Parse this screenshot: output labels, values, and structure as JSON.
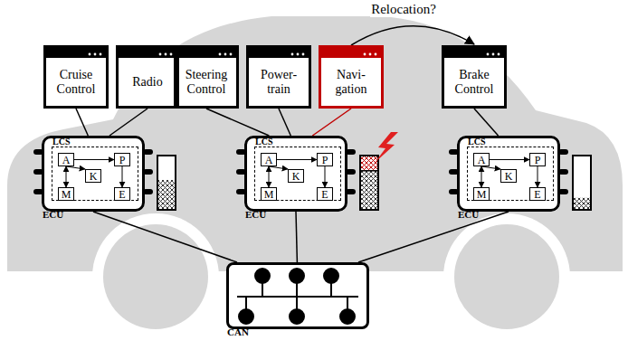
{
  "diagram": {
    "nodes": [
      {
        "text": [
          "Cruise Control"
        ]
      },
      {
        "text": [
          "Radio"
        ]
      },
      {
        "text": [
          "Steering Control"
        ]
      },
      {
        "text": [
          "Power-train"
        ]
      },
      {
        "text": [
          "Navi-gation"
        ]
      },
      {
        "text": [
          "Brake Control"
        ]
      },
      {
        "text": [
          "ECU"
        ]
      },
      {
        "text": [
          "LCS"
        ],
        "in": 6
      },
      {
        "text": [
          "A"
        ],
        "in": 7
      },
      {
        "text": [
          "P"
        ],
        "in": 7
      },
      {
        "text": [
          "K"
        ],
        "in": 7
      },
      {
        "text": [
          "M"
        ],
        "in": 7
      },
      {
        "text": [
          "E"
        ],
        "in": 7
      },
      {
        "text": [
          "ECU"
        ]
      },
      {
        "text": [
          "LCS"
        ],
        "in": 13
      },
      {
        "text": [
          "A"
        ],
        "in": 14
      },
      {
        "text": [
          "P"
        ],
        "in": 14
      },
      {
        "text": [
          "K"
        ],
        "in": 14
      },
      {
        "text": [
          "M"
        ],
        "in": 14
      },
      {
        "text": [
          "E"
        ],
        "in": 14
      },
      {
        "text": [
          "ECU"
        ]
      },
      {
        "text": [
          "LCS"
        ],
        "in": 20
      },
      {
        "text": [
          "A"
        ],
        "in": 21
      },
      {
        "text": [
          "P"
        ],
        "in": 21
      },
      {
        "text": [
          "K"
        ],
        "in": 21
      },
      {
        "text": [
          "M"
        ],
        "in": 21
      },
      {
        "text": [
          "E"
        ],
        "in": 21
      },
      {
        "text": [
          "CAN"
        ]
      }
    ],
    "edges": [
      {
        "from": 0,
        "to": 6,
        "arrow": "none"
      },
      {
        "from": 1,
        "to": 6,
        "arrow": "none"
      },
      {
        "from": 2,
        "to": 13,
        "arrow": "none"
      },
      {
        "from": 3,
        "to": 13,
        "arrow": "none"
      },
      {
        "from": 4,
        "to": 13,
        "arrow": "none"
      },
      {
        "from": 5,
        "to": 20,
        "arrow": "none"
      },
      {
        "from": 6,
        "to": 27,
        "arrow": "none"
      },
      {
        "from": 13,
        "to": 27,
        "arrow": "none"
      },
      {
        "from": 20,
        "to": 27,
        "arrow": "none"
      },
      {
        "from": 8,
        "to": 9,
        "arrow": "to"
      },
      {
        "from": 8,
        "to": 10,
        "arrow": "to"
      },
      {
        "from": 11,
        "to": 8,
        "arrow": "both"
      },
      {
        "from": 9,
        "to": 12,
        "arrow": "to"
      },
      {
        "from": 15,
        "to": 16,
        "arrow": "to"
      },
      {
        "from": 15,
        "to": 17,
        "arrow": "to"
      },
      {
        "from": 18,
        "to": 15,
        "arrow": "both"
      },
      {
        "from": 16,
        "to": 19,
        "arrow": "to"
      },
      {
        "from": 22,
        "to": 23,
        "arrow": "to"
      },
      {
        "from": 22,
        "to": 24,
        "arrow": "to"
      },
      {
        "from": 25,
        "to": 22,
        "arrow": "both"
      },
      {
        "from": 23,
        "to": 26,
        "arrow": "to"
      },
      {
        "from": 4,
        "to": 5,
        "label": "Relocation?",
        "arrow": "to"
      }
    ]
  }
}
